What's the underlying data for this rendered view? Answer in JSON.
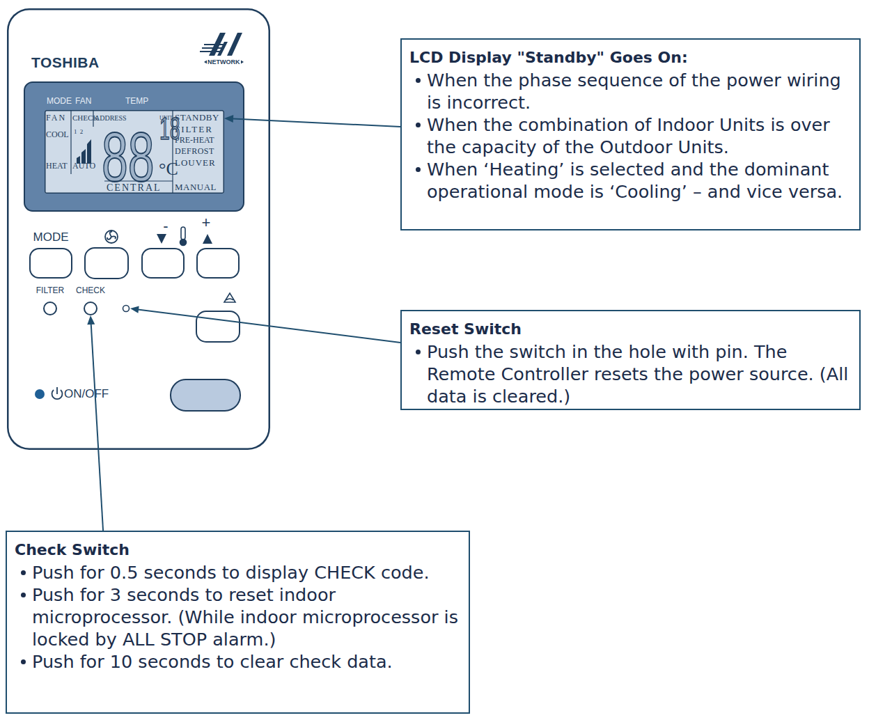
{
  "diagram": {
    "nodes": [
      {
        "text": [
          "TOSHIBA"
        ]
      },
      {
        "text": [
          "FAN",
          "CHECK",
          "ADDRESS",
          "UNIT",
          "STANDBY",
          "FILTER",
          "PRE-HEAT",
          "DEFROST",
          "LOUVER",
          "MANUAL",
          "COOL",
          "1 2",
          "HEAT",
          "AUTO",
          "88",
          "18",
          "°C",
          "CENTRAL"
        ],
        "in": 0
      },
      {
        "text": [
          "MODE"
        ],
        "in": 0
      },
      {
        "text": [
          "-"
        ],
        "in": 0
      },
      {
        "text": [
          "+"
        ],
        "in": 0
      },
      {
        "text": [
          "FILTER"
        ],
        "in": 0
      },
      {
        "text": [
          "CHECK"
        ],
        "in": 0
      },
      {
        "text": [
          "LCD Display \"Standby\" Goes On:",
          "When the phase sequence of the power wiring is incorrect.",
          "When the combination of Indoor Units is over the capacity of the Outdoor Units.",
          "When ‘Heating’ is selected and the dominant operational mode is ‘Cooling’ – and vice versa."
        ]
      },
      {
        "text": [
          "Reset Switch",
          "Push the switch in the hole with pin. The Remote Controller resets the power source. (All data is cleared.)"
        ]
      },
      {
        "text": [
          "Check Switch",
          "Push for 0.5 seconds to display CHECK code.",
          "Push for 3 seconds to reset indoor microprocessor. (While indoor microprocessor is locked by ALL STOP alarm.)",
          "Push for 10 seconds to clear check data."
        ]
      }
    ],
    "edges": [
      {
        "from": 7,
        "to": 1,
        "arrow": "to"
      },
      {
        "from": 9,
        "to": 6,
        "arrow": "to"
      }
    ],
    "labels": [
      "NETWORK",
      "MODE",
      "FAN",
      "TEMP",
      "ON/OFF"
    ]
  }
}
